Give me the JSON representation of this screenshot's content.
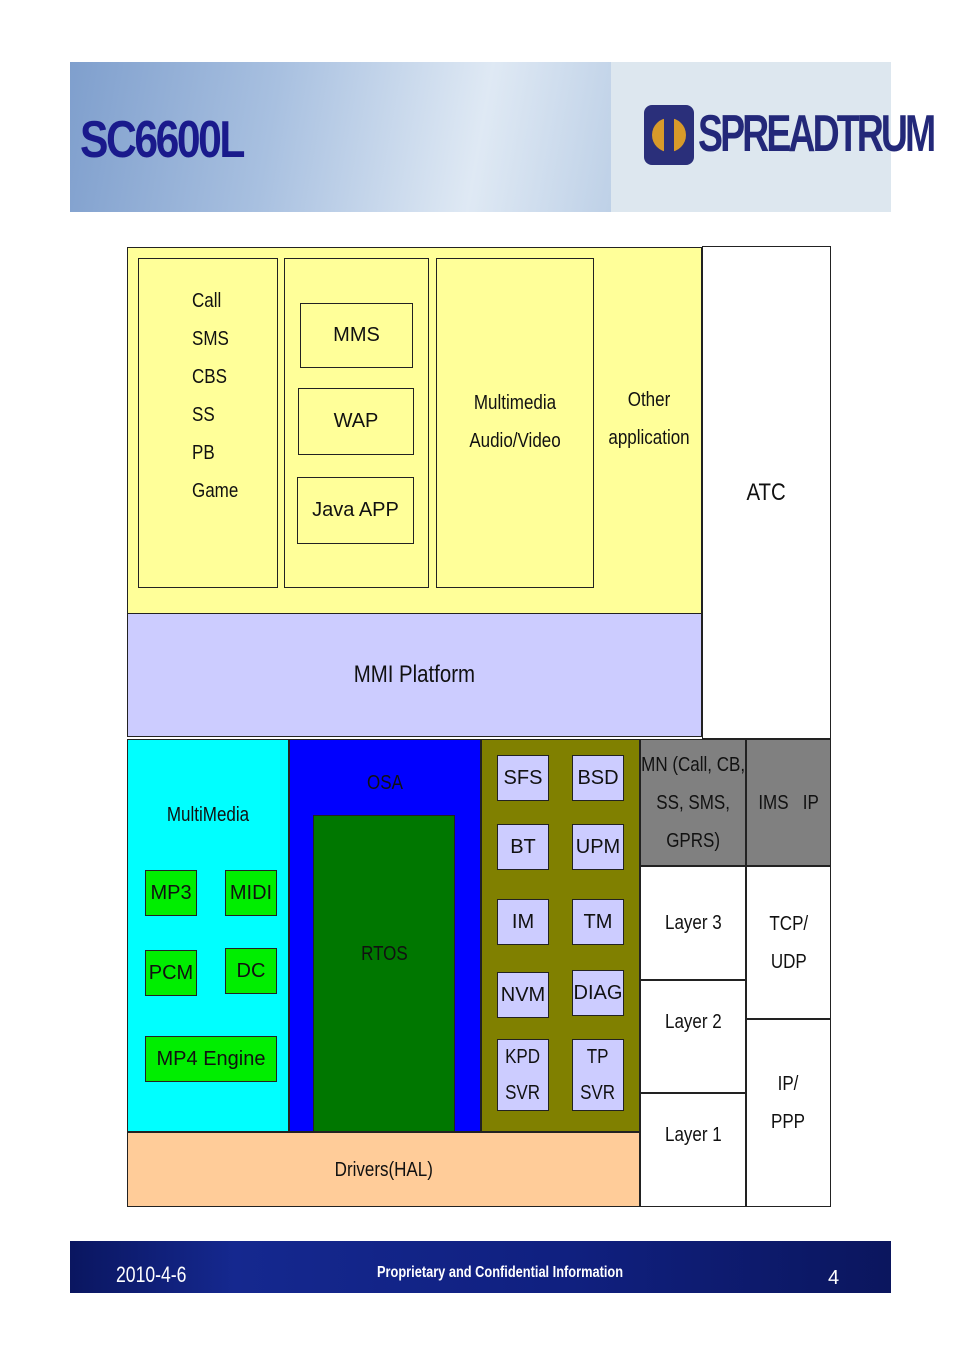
{
  "header": {
    "title": "SC6600L",
    "brand": "SPREADTRUM"
  },
  "apps": {
    "list": [
      "Call",
      "SMS",
      "CBS",
      "SS",
      "PB",
      "Game"
    ],
    "browser": [
      "MMS",
      "WAP",
      "Java APP"
    ],
    "multimedia": [
      "Multimedia",
      "Audio/Video"
    ],
    "other": [
      "Other",
      "application"
    ],
    "atc": "ATC"
  },
  "mmi_platform": "MMI Platform",
  "multimedia": {
    "title": "MultiMedia",
    "mp3": "MP3",
    "midi": "MIDI",
    "pcm": "PCM",
    "dc": "DC",
    "mp4": "MP4 Engine"
  },
  "osa": {
    "title": "OSA",
    "rtos": "RTOS"
  },
  "services": {
    "sfs": "SFS",
    "bsd": "BSD",
    "bt": "BT",
    "upm": "UPM",
    "im": "IM",
    "tm": "TM",
    "nvm": "NVM",
    "diag": "DIAG",
    "kpd": [
      "KPD",
      "SVR"
    ],
    "tp": [
      "TP",
      "SVR"
    ]
  },
  "protocol": {
    "mn": [
      "MN (Call, CB,",
      "SS, SMS,",
      "GPRS)"
    ],
    "ims_ip": "IMS   IP",
    "layer3": "Layer 3",
    "layer2": "Layer 2",
    "layer1": "Layer 1",
    "tcp_udp": [
      "TCP/",
      "UDP"
    ],
    "ip_ppp": [
      "IP/",
      "PPP"
    ]
  },
  "drivers": "Drivers(HAL)",
  "footer": {
    "date": "2010-4-6",
    "notice": "Proprietary and Confidential Information",
    "page": "4"
  },
  "colors": {
    "apps_bg": "#ffff99",
    "mmi_bg": "#ccccff",
    "multimedia_bg": "#00ffff",
    "green": "#00ee00",
    "osa_bg": "#0000ff",
    "rtos_bg": "#007700",
    "services_bg": "#808000",
    "service_box": "#ccccff",
    "mn_bg": "#808080",
    "drivers_bg": "#ffcc99"
  }
}
